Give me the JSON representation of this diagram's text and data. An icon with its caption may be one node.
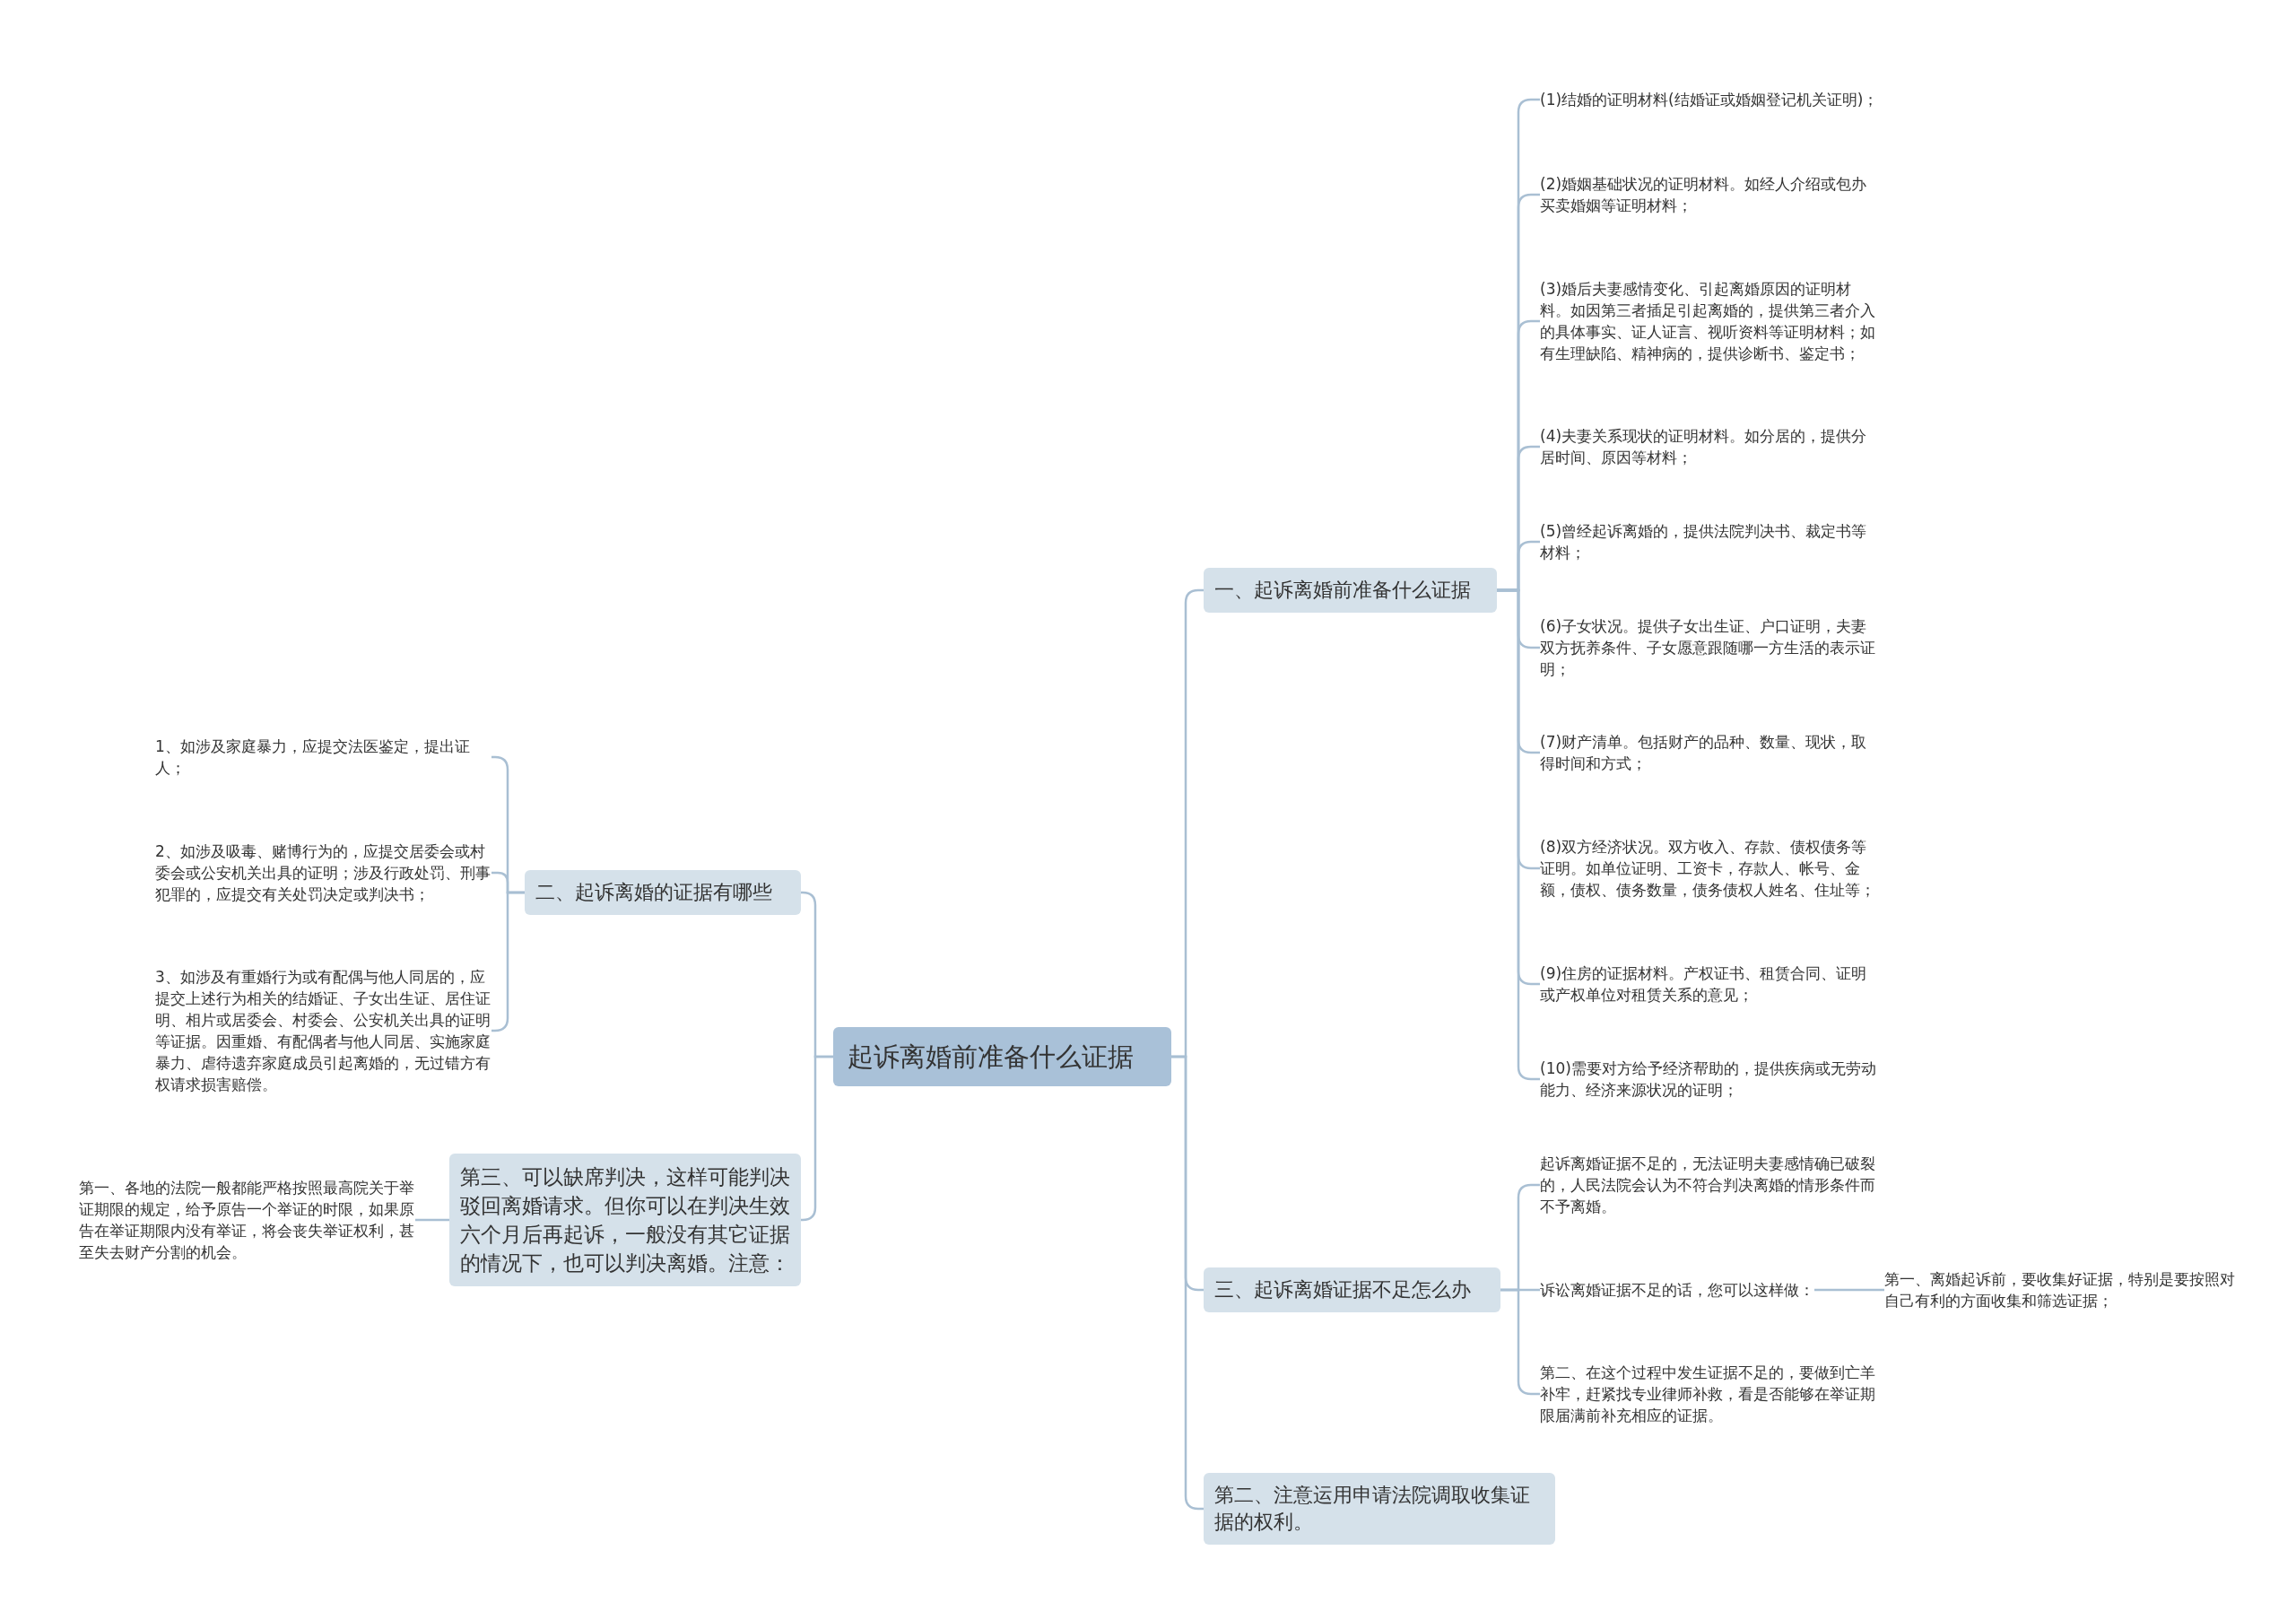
{
  "diagram": {
    "nodes": [
      {
        "text": [
          "起诉离婚前准备什么证据"
        ]
      },
      {
        "text": [
          "一、起诉离婚前准备什么证据"
        ]
      },
      {
        "text": [
          "(1)结婚的证明材料(结婚证或婚姻登记机关证明)；"
        ]
      },
      {
        "text": [
          "(2)婚姻基础状况的证明材料。如经人介绍或包办买卖婚姻等证明材料；"
        ]
      },
      {
        "text": [
          "(3)婚后夫妻感情变化、引起离婚原因的证明材料。如因第三者插足引起离婚的，提供第三者介入的具体事实、证人证言、视听资料等证明材料；如有生理缺陷、精神病的，提供诊断书、鉴定书；"
        ]
      },
      {
        "text": [
          "(4)夫妻关系现状的证明材料。如分居的，提供分居时间、原因等材料；"
        ]
      },
      {
        "text": [
          "(5)曾经起诉离婚的，提供法院判决书、裁定书等材料；"
        ]
      },
      {
        "text": [
          "(6)子女状况。提供子女出生证、户口证明，夫妻双方抚养条件、子女愿意跟随哪一方生活的表示证明；"
        ]
      },
      {
        "text": [
          "(7)财产清单。包括财产的品种、数量、现状，取得时间和方式；"
        ]
      },
      {
        "text": [
          "(8)双方经济状况。双方收入、存款、债权债务等证明。如单位证明、工资卡，存款人、帐号、金额，债权、债务数量，债务债权人姓名、住址等；"
        ]
      },
      {
        "text": [
          "(9)住房的证据材料。产权证书、租赁合同、证明或产权单位对租赁关系的意见；"
        ]
      },
      {
        "text": [
          "(10)需要对方给予经济帮助的，提供疾病或无劳动能力、经济来源状况的证明；"
        ]
      },
      {
        "text": [
          "三、起诉离婚证据不足怎么办"
        ]
      },
      {
        "text": [
          "起诉离婚证据不足的，无法证明夫妻感情确已破裂的，人民法院会认为不符合判决离婚的情形条件而不予离婚。"
        ]
      },
      {
        "text": [
          "诉讼离婚证据不足的话，您可以这样做："
        ]
      },
      {
        "text": [
          "第一、离婚起诉前，要收集好证据，特别是要按照对自己有利的方面收集和筛选证据；"
        ]
      },
      {
        "text": [
          "第二、在这个过程中发生证据不足的，要做到亡羊补牢，赶紧找专业律师补救，看是否能够在举证期限届满前补充相应的证据。"
        ]
      },
      {
        "text": [
          "第二、注意运用申请法院调取收集证据的权利。"
        ]
      },
      {
        "text": [
          "二、起诉离婚的证据有哪些"
        ]
      },
      {
        "text": [
          "1、如涉及家庭暴力，应提交法医鉴定，提出证人；"
        ]
      },
      {
        "text": [
          "2、如涉及吸毒、赌博行为的，应提交居委会或村委会或公安机关出具的证明；涉及行政处罚、刑事犯罪的，应提交有关处罚决定或判决书；"
        ]
      },
      {
        "text": [
          "3、如涉及有重婚行为或有配偶与他人同居的，应提交上述行为相关的结婚证、子女出生证、居住证明、相片或居委会、村委会、公安机关出具的证明等证据。因重婚、有配偶者与他人同居、实施家庭暴力、虐待遗弃家庭成员引起离婚的，无过错方有权请求损害赔偿。"
        ]
      },
      {
        "text": [
          "第三、可以缺席判决，这样可能判决驳回离婚请求。但你可以在判决生效六个月后再起诉，一般没有其它证据的情况下，也可以判决离婚。注意："
        ]
      },
      {
        "text": [
          "第一、各地的法院一般都能严格按照最高院关于举证期限的规定，给予原告一个举证的时限，如果原告在举证期限内没有举证，将会丧失举证权利，甚至失去财产分割的机会。"
        ]
      }
    ],
    "edges": [
      {
        "from": 0,
        "to": 1,
        "arrow": "none"
      },
      {
        "from": 1,
        "to": 2,
        "arrow": "none"
      },
      {
        "from": 1,
        "to": 3,
        "arrow": "none"
      },
      {
        "from": 1,
        "to": 4,
        "arrow": "none"
      },
      {
        "from": 1,
        "to": 5,
        "arrow": "none"
      },
      {
        "from": 1,
        "to": 6,
        "arrow": "none"
      },
      {
        "from": 1,
        "to": 7,
        "arrow": "none"
      },
      {
        "from": 1,
        "to": 8,
        "arrow": "none"
      },
      {
        "from": 1,
        "to": 9,
        "arrow": "none"
      },
      {
        "from": 1,
        "to": 10,
        "arrow": "none"
      },
      {
        "from": 1,
        "to": 11,
        "arrow": "none"
      },
      {
        "from": 0,
        "to": 12,
        "arrow": "none"
      },
      {
        "from": 12,
        "to": 13,
        "arrow": "none"
      },
      {
        "from": 12,
        "to": 14,
        "arrow": "none"
      },
      {
        "from": 14,
        "to": 15,
        "arrow": "none"
      },
      {
        "from": 12,
        "to": 16,
        "arrow": "none"
      },
      {
        "from": 0,
        "to": 17,
        "arrow": "none"
      },
      {
        "from": 0,
        "to": 18,
        "arrow": "none"
      },
      {
        "from": 18,
        "to": 19,
        "arrow": "none"
      },
      {
        "from": 18,
        "to": 20,
        "arrow": "none"
      },
      {
        "from": 18,
        "to": 21,
        "arrow": "none"
      },
      {
        "from": 0,
        "to": 22,
        "arrow": "none"
      },
      {
        "from": 22,
        "to": 23,
        "arrow": "none"
      }
    ]
  }
}
